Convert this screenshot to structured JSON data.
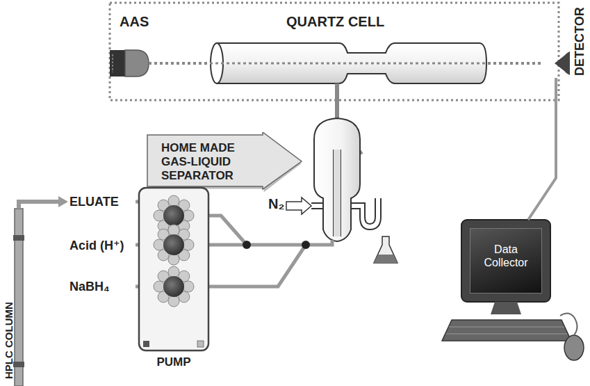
{
  "diagram": {
    "nodes": [
      {
        "text": [
          "HOME MADE GAS-LIQUID SEPARATOR"
        ]
      },
      {
        "text": [
          "PUMP"
        ]
      },
      {
        "text": [
          "DETECTOR"
        ]
      },
      {
        "text": [
          "Data Collector"
        ]
      }
    ],
    "edges": [
      {
        "from": 2,
        "to": 3,
        "arrow": "none"
      }
    ],
    "labels": [
      "AAS",
      "QUARTZ CELL",
      "N₂",
      "ELUATE",
      "Acid (H⁺)",
      "NaBH₄",
      "HPLC COLUMN"
    ]
  }
}
